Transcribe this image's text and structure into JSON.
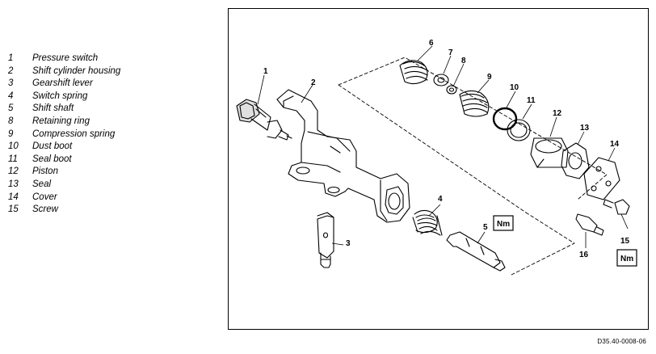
{
  "legend": [
    {
      "num": "1",
      "label": "Pressure switch"
    },
    {
      "num": "2",
      "label": "Shift cylinder housing"
    },
    {
      "num": "3",
      "label": "Gearshift lever"
    },
    {
      "num": "4",
      "label": "Switch spring"
    },
    {
      "num": "5",
      "label": "Shift shaft"
    },
    {
      "num": "8",
      "label": "Retaining ring"
    },
    {
      "num": "9",
      "label": "Compression spring"
    },
    {
      "num": "10",
      "label": "Dust boot"
    },
    {
      "num": "11",
      "label": "Seal boot"
    },
    {
      "num": "12",
      "label": "Piston"
    },
    {
      "num": "13",
      "label": "Seal"
    },
    {
      "num": "14",
      "label": "Cover"
    },
    {
      "num": "15",
      "label": "Screw"
    }
  ],
  "callouts": {
    "c1": "1",
    "c2": "2",
    "c3": "3",
    "c4": "4",
    "c5": "5",
    "c6": "6",
    "c7": "7",
    "c8": "8",
    "c9": "9",
    "c10": "10",
    "c11": "11",
    "c12": "12",
    "c13": "13",
    "c14": "14",
    "c15": "15",
    "c16": "16"
  },
  "torque_label": "Nm",
  "figure_code": "D35.40-0008-06"
}
